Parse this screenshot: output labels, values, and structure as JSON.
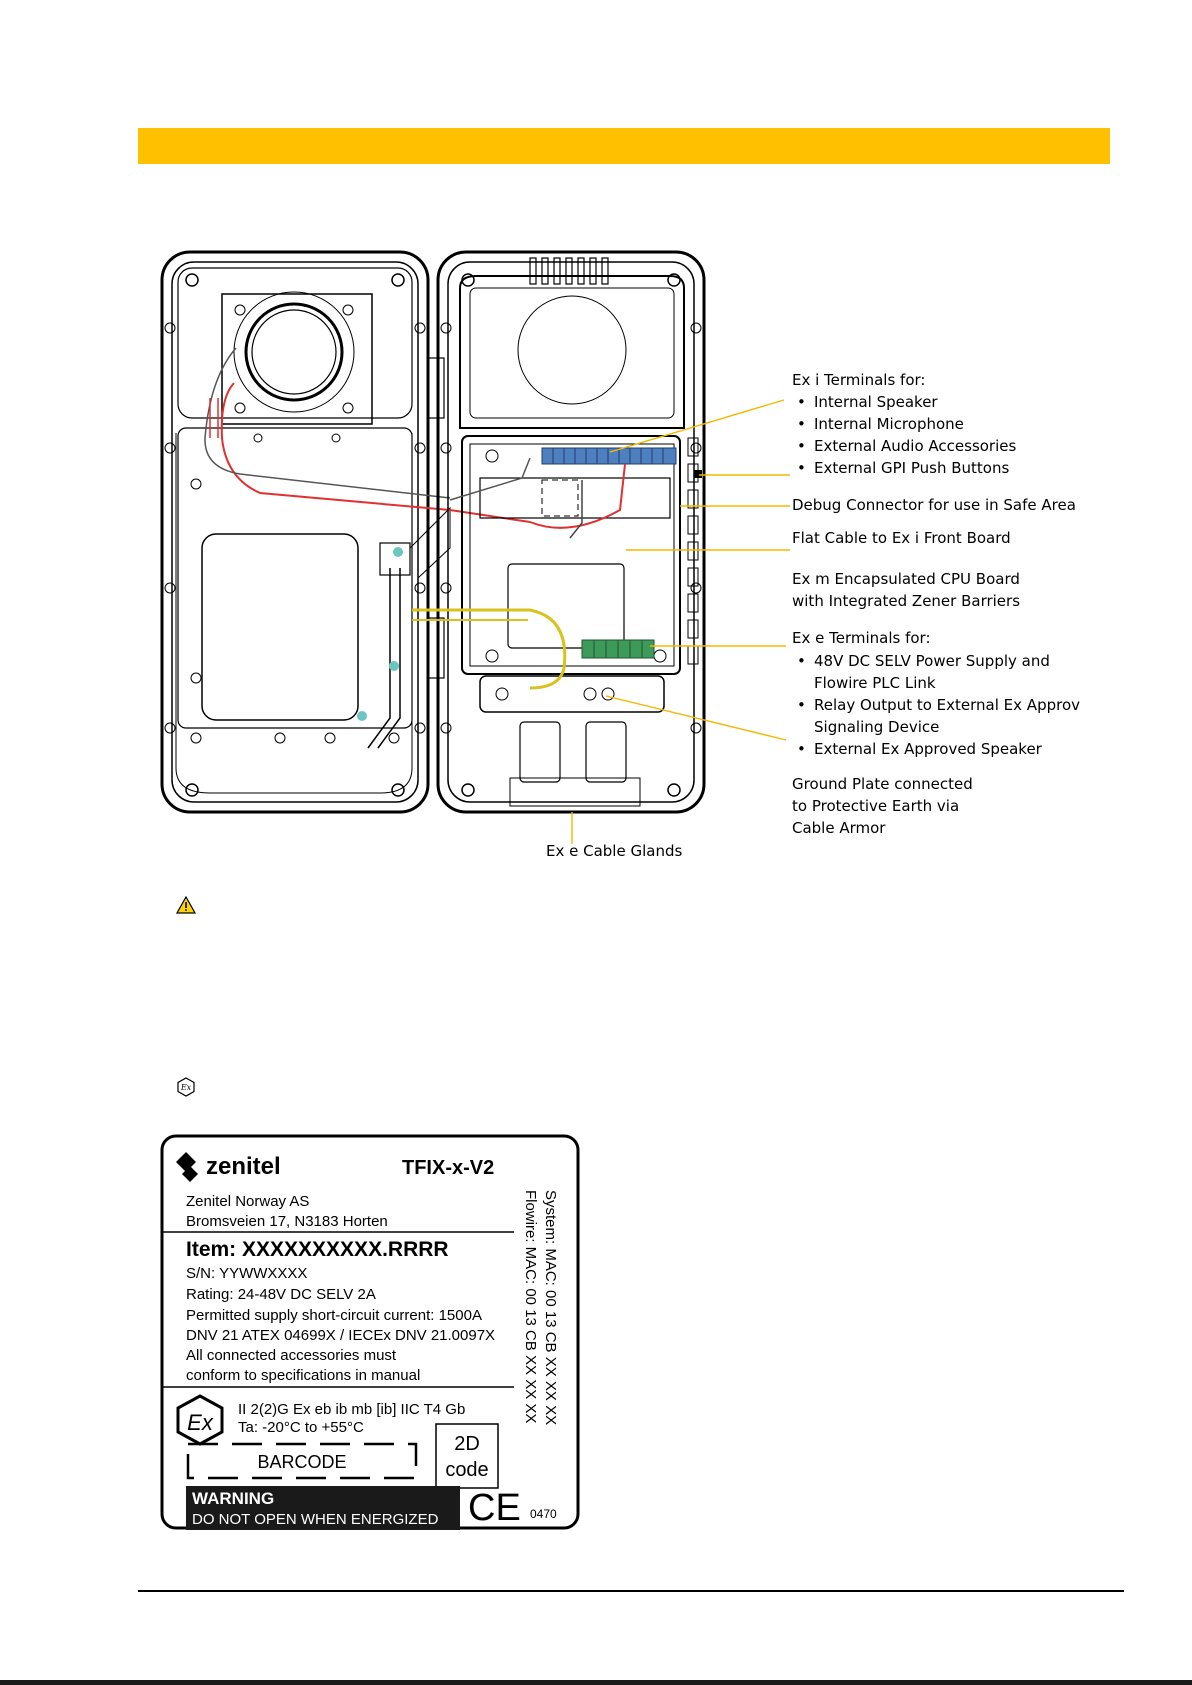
{
  "colors": {
    "banner": "#FFC000",
    "callout_line": "#F2B800",
    "wire_red": "#E03030",
    "wire_yellow": "#D9C21E",
    "terminal_blue": "#4F7FBF",
    "terminal_green": "#3E9A5A",
    "accent_teal": "#6CC6C0"
  },
  "figure": {
    "callouts": {
      "exi_heading": "Ex i Terminals for:",
      "exi_items": [
        "Internal Speaker",
        "Internal Microphone",
        "External Audio Accessories",
        "External GPI Push Buttons"
      ],
      "debug": "Debug Connector for use in Safe Area",
      "flat_cable": "Flat Cable to Ex i Front Board",
      "exm_line1": "Ex m Encapsulated CPU Board",
      "exm_line2": "with Integrated Zener Barriers",
      "exe_heading": "Ex e Terminals for:",
      "exe_items": [
        [
          "48V DC SELV Power Supply and",
          "Flowire PLC Link"
        ],
        [
          "Relay Output to External Ex Approved",
          "Signaling Device"
        ],
        [
          "External Ex Approved Speaker"
        ]
      ],
      "ground_line1": "Ground Plate connected",
      "ground_line2": "to Protective Earth via",
      "ground_line3": "Cable Armor",
      "glands": "Ex e Cable Glands"
    }
  },
  "icons": {
    "warning": "warning-triangle-icon",
    "ex": "ex-hexagon-icon"
  },
  "label": {
    "brand": "zenitel",
    "model": "TFIX-x-V2",
    "company": "Zenitel Norway AS",
    "address": "Bromsveien 17, N3183 Horten",
    "item": "Item: XXXXXXXXXX.RRRR",
    "sn": "S/N: YYWWXXXX",
    "rating": "Rating: 24-48V DC SELV 2A",
    "short_circuit": "Permitted supply short-circuit current: 1500A",
    "certs": "DNV 21 ATEX 04699X / IECEx DNV 21.0097X",
    "accessories1": "All connected accessories must",
    "accessories2": "conform to specifications in manual",
    "ex_marking": "II 2(2)G Ex eb ib mb [ib] IIC T4 Gb",
    "ta": "Ta: -20°C to +55°C",
    "barcode": "BARCODE",
    "code2d_1": "2D",
    "code2d_2": "code",
    "warning_title": "WARNING",
    "warning_text": "DO NOT OPEN WHEN ENERGIZED",
    "ce": "CE",
    "notified_body": "0470",
    "mac_system": "System: MAC: 00 13 CB XX XX XX",
    "mac_flowire": "Flowire: MAC: 00 13 CB XX XX XX"
  }
}
